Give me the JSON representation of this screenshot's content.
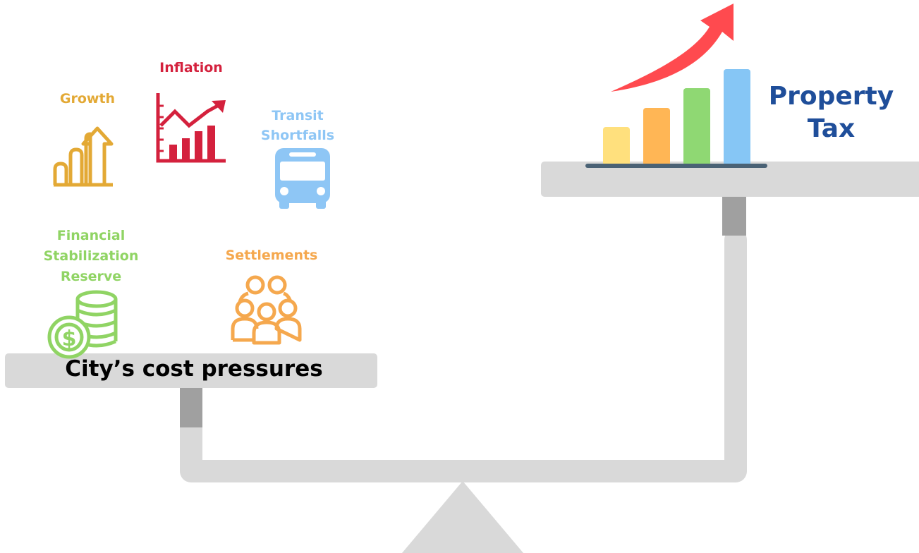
{
  "colors": {
    "growth": "#e3a935",
    "inflation": "#d4213d",
    "transit": "#8ec6f5",
    "reserve": "#90d464",
    "settlements": "#f5a84e",
    "property_tax": "#1f4e9a",
    "scale": "#d9d9d9",
    "connector": "#a0a0a0",
    "bar_yellow": "#ffe07d",
    "bar_orange": "#ffb655",
    "bar_green": "#8fd873",
    "bar_blue": "#86c6f5",
    "arrow": "#ff4a4f"
  },
  "icons": {
    "growth": "growth-arrow-icon",
    "inflation": "inflation-chart-icon",
    "transit": "bus-icon",
    "reserve": "coins-dollar-icon",
    "settlements": "people-group-icon",
    "property_tax": "bar-chart-rising-icon"
  },
  "pressures": {
    "growth": "Growth",
    "inflation": "Inflation",
    "transit_lines": [
      "Transit",
      "Shortfalls"
    ],
    "reserve_lines": [
      "Financial",
      "Stabilization",
      "Reserve"
    ],
    "settlements": "Settlements"
  },
  "left_pan_label": "City’s cost pressures",
  "right_pan_label_lines": [
    "Property",
    "Tax"
  ]
}
